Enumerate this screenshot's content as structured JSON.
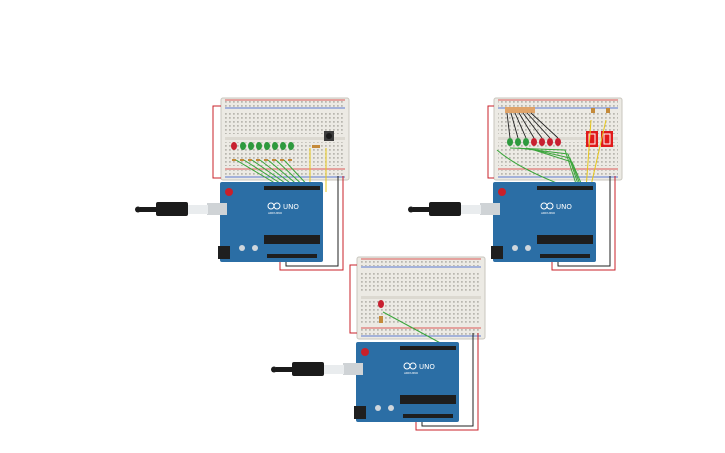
{
  "colors": {
    "board": "#2b6ea5",
    "board_dark": "#1f5584",
    "breadboard": "#eceae4",
    "rail_red": "#d92b2b",
    "rail_blue": "#2b55c9",
    "wire_green": "#3aa53a",
    "wire_yellow": "#e6c619",
    "wire_red": "#c8202a",
    "wire_black": "#222222",
    "led_red": "#c82030",
    "led_green": "#2e9a3e",
    "seg_red": "#e01a1a",
    "cable": "#1b1b1b"
  },
  "boards": [
    {
      "id": "board-1",
      "uno_label": "UNO",
      "brand_label": "ARDUINO",
      "leds": [
        "red",
        "green",
        "green",
        "green",
        "green",
        "green",
        "green",
        "green"
      ],
      "has_button": true,
      "has_segments": false
    },
    {
      "id": "board-2",
      "uno_label": "UNO",
      "brand_label": "ARDUINO",
      "leds": [
        "green",
        "green",
        "green",
        "red",
        "red",
        "red",
        "red"
      ],
      "has_button": false,
      "has_segments": true
    },
    {
      "id": "board-3",
      "uno_label": "UNO",
      "brand_label": "ARDUINO",
      "leds": [
        "red"
      ],
      "has_button": false,
      "has_segments": false
    }
  ]
}
